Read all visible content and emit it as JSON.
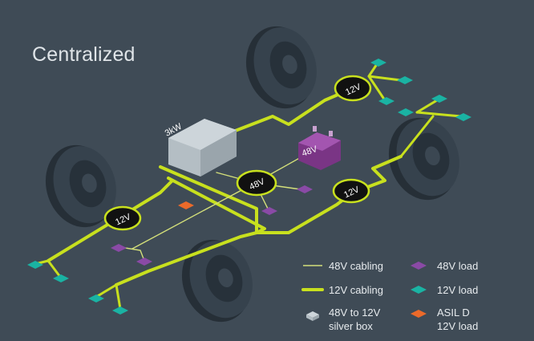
{
  "title": "Centralized",
  "silver_box_label": "3kW",
  "battery_label": "48V",
  "hubs": {
    "center": "48V",
    "top_right": "12V",
    "right": "12V",
    "left": "12V"
  },
  "legend": {
    "cabling_48v": "48V cabling",
    "cabling_12v": "12V cabling",
    "silver_box_line1": "48V to 12V",
    "silver_box_line2": "silver box",
    "load_48v": "48V load",
    "load_12v": "12V load",
    "asil_line1": "ASIL D",
    "asil_line2": "12V load"
  },
  "colors": {
    "background": "#3f4b56",
    "cable_12v": "#c8e01e",
    "cable_48v": "#d4e07a",
    "load_48v": "#8a4aa6",
    "load_12v": "#1ab3a3",
    "asil": "#ec6a2a",
    "silver_box": "#b9c3c9",
    "battery": "#8c3f95",
    "tire": "#2a343d"
  }
}
